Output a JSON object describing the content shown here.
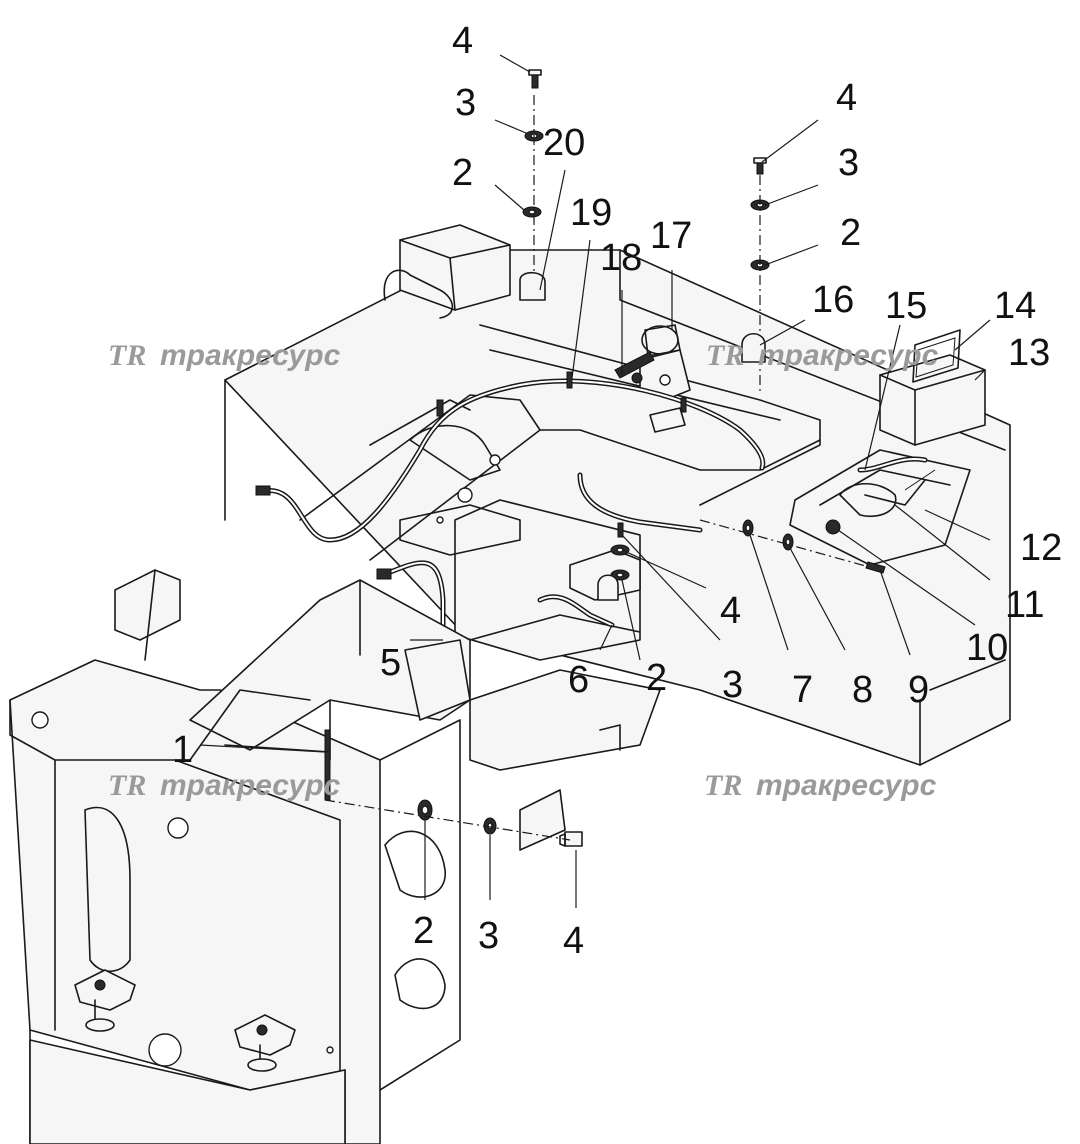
{
  "watermark": {
    "logo": "TR",
    "text": "тракресурс"
  },
  "callouts": [
    "1",
    "2",
    "3",
    "4",
    "5",
    "6",
    "7",
    "8",
    "9",
    "10",
    "11",
    "12",
    "13",
    "14",
    "15",
    "16",
    "17",
    "18",
    "19",
    "20"
  ]
}
